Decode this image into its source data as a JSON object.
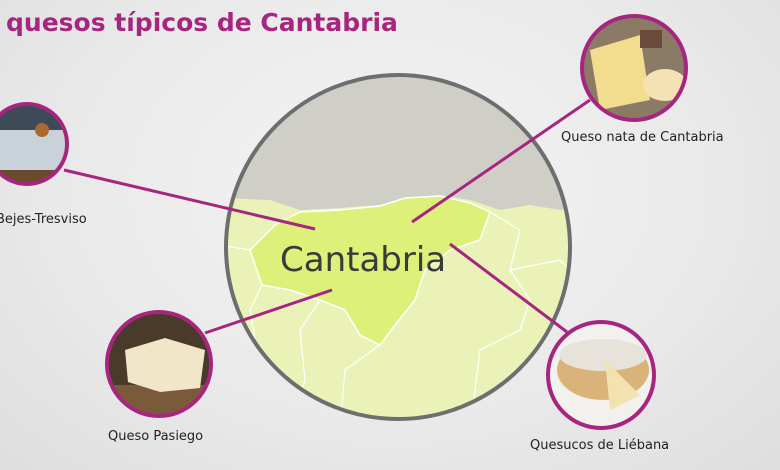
{
  "title": "quesos típicos de Cantabria",
  "map": {
    "region_label": "Cantabria"
  },
  "cheeses": [
    {
      "name": "Bejes-Tresviso",
      "icon": "blue-cheese-photo"
    },
    {
      "name": "Queso nata de Cantabria",
      "icon": "cream-cheese-photo"
    },
    {
      "name": "Queso Pasiego",
      "icon": "pasiego-cheese-photo"
    },
    {
      "name": "Quesucos de Liébana",
      "icon": "liebana-cheese-photo"
    }
  ],
  "colors": {
    "accent": "#a6267f",
    "sea": "#cfcfc8",
    "land": "#eaf2b8",
    "cantabria": "#dcf07a",
    "border": "#6e6e6e"
  }
}
